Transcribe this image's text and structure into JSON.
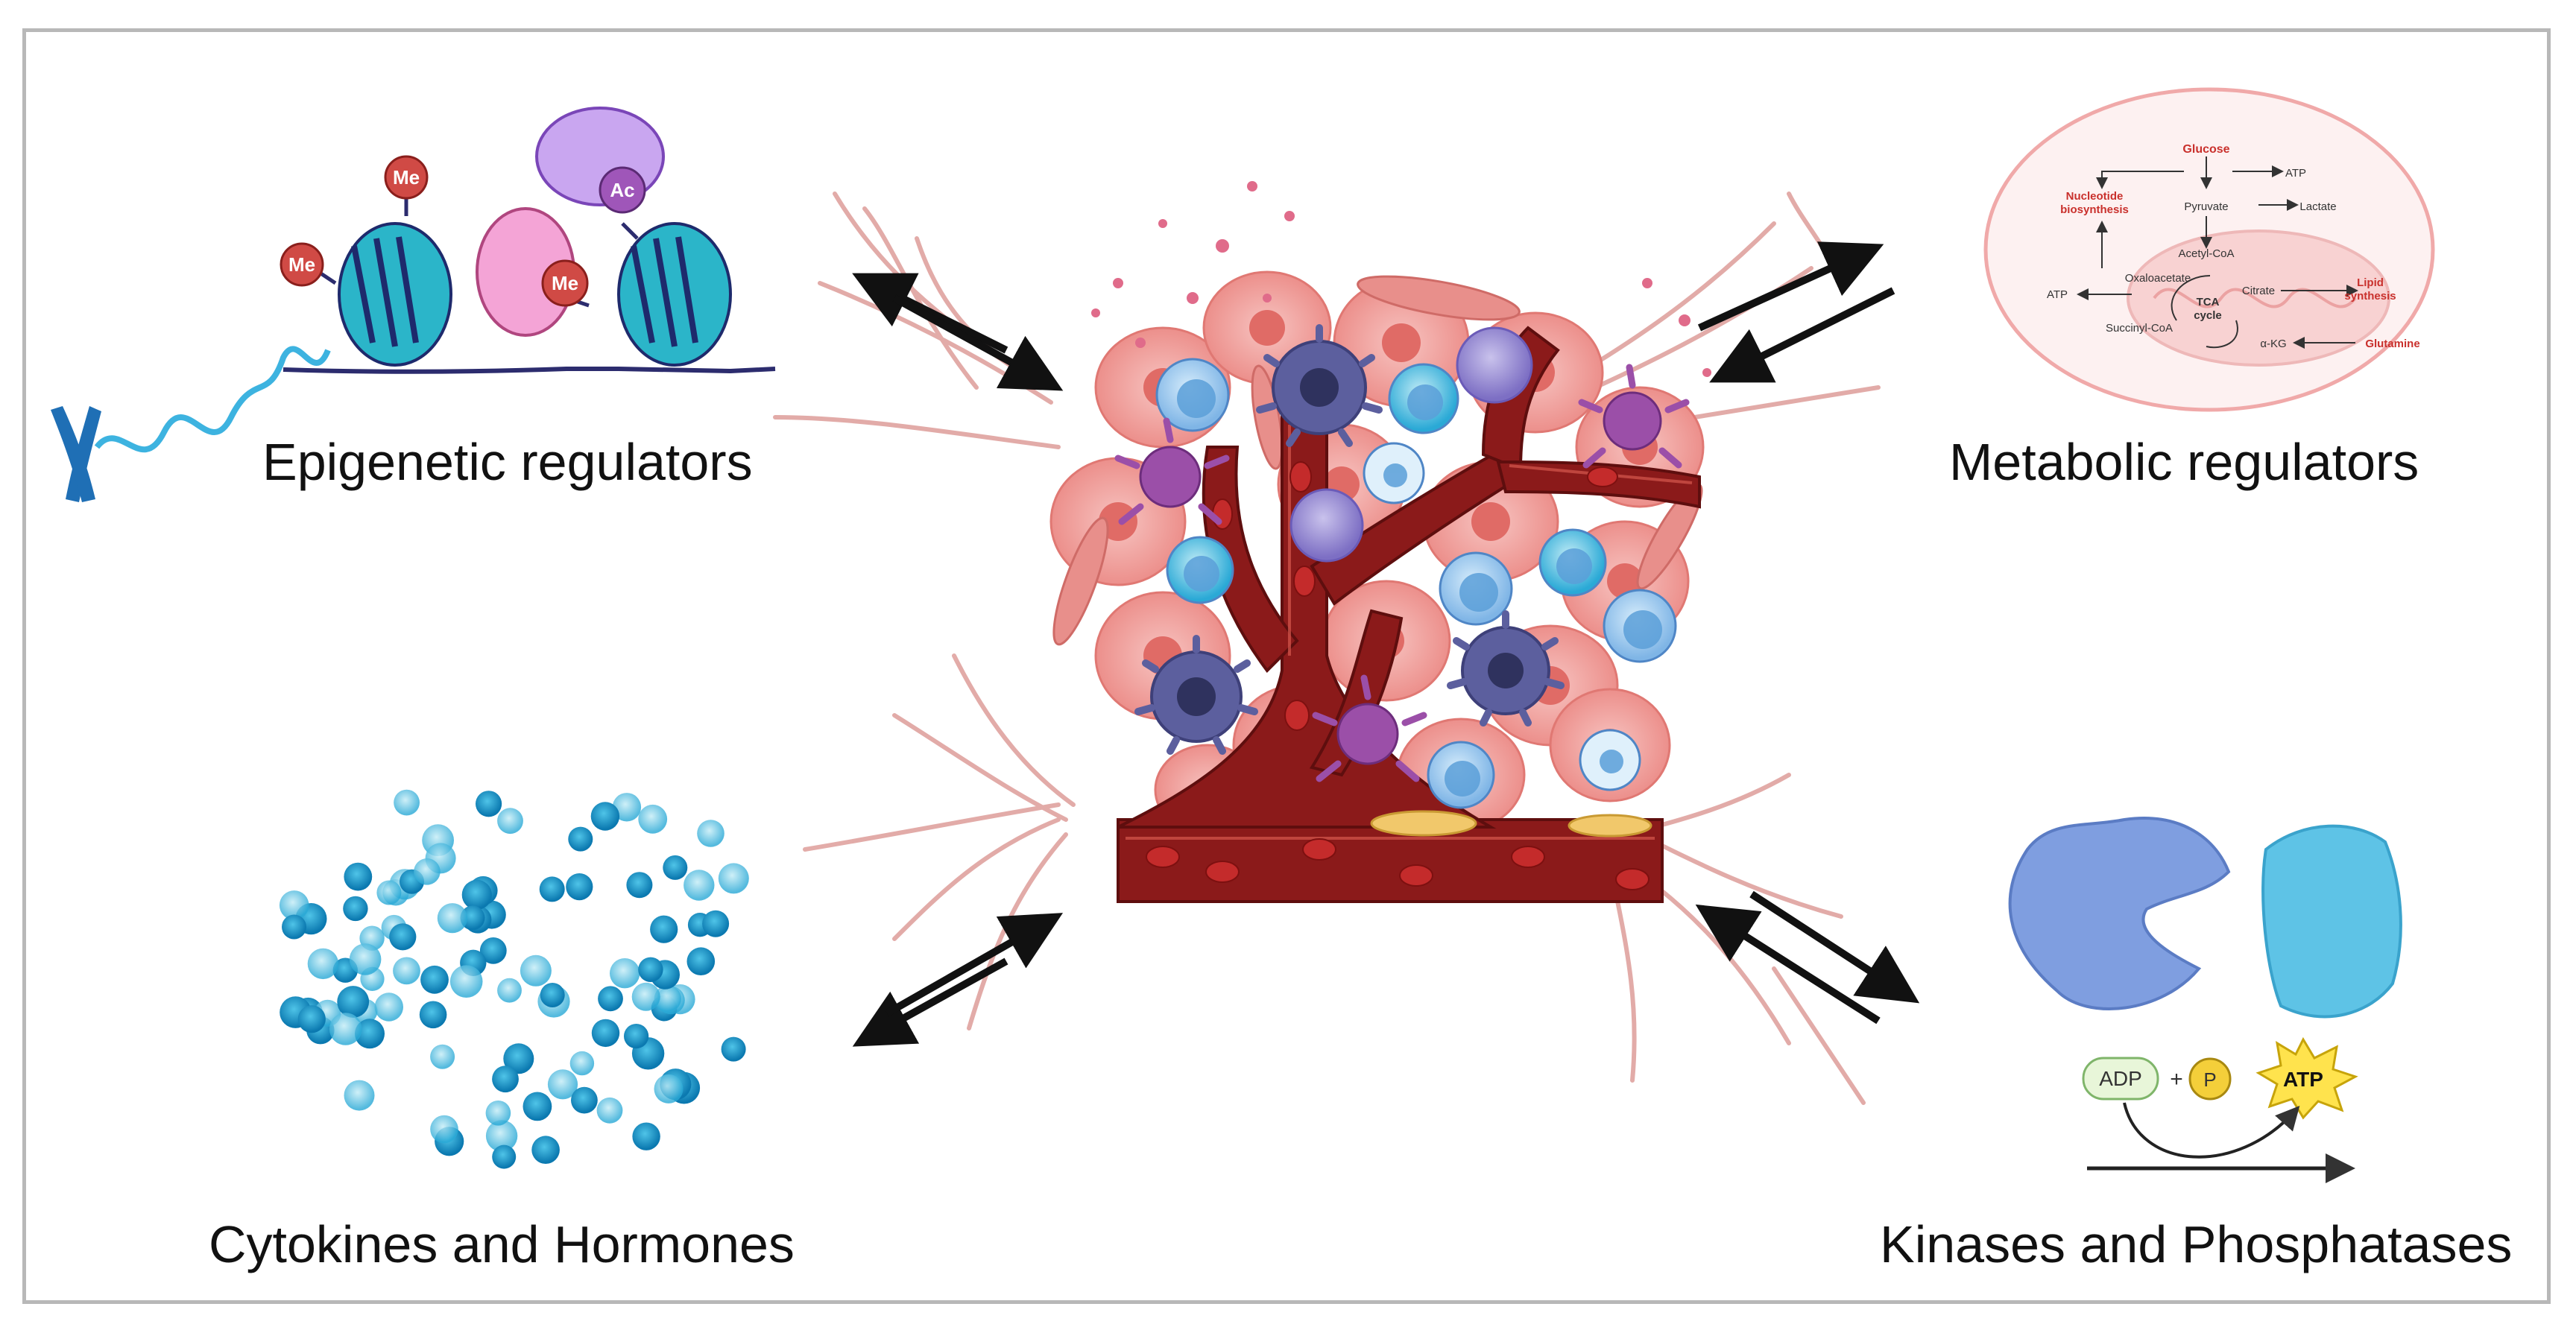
{
  "labels": {
    "epigenetic": "Epigenetic regulators",
    "metabolic": "Metabolic regulators",
    "cytokines": "Cytokines and Hormones",
    "kinases": "Kinases and Phosphatases"
  },
  "epigenetic_marks": {
    "methyl": "Me",
    "acetyl": "Ac"
  },
  "metabolism": {
    "glucose": "Glucose",
    "atp_top": "ATP",
    "pyruvate": "Pyruvate",
    "lactate": "Lactate",
    "nucleotide_line1": "Nucleotide",
    "nucleotide_line2": "biosynthesis",
    "acetyl_coa": "Acetyl-CoA",
    "oxaloacetate": "Oxaloacetate",
    "citrate": "Citrate",
    "lipid_line1": "Lipid",
    "lipid_line2": "synthesis",
    "atp_left": "ATP",
    "tca_line1": "TCA",
    "tca_line2": "cycle",
    "succinyl_coa": "Succinyl-CoA",
    "akg": "α-KG",
    "glutamine": "Glutamine"
  },
  "kinase_reaction": {
    "adp": "ADP",
    "plus": "+",
    "phosphate": "P",
    "atp": "ATP"
  },
  "colors": {
    "vessel": "#8b1a1a",
    "tumor_cell": "#f2a6a3",
    "cytokine": "#4fb3d9",
    "methyl": "#d9534f",
    "acetyl": "#8e44ad",
    "nucleosome": "#2bb5c9",
    "kinase": "#7f9ee0",
    "phosphatase": "#5ec3e6"
  }
}
